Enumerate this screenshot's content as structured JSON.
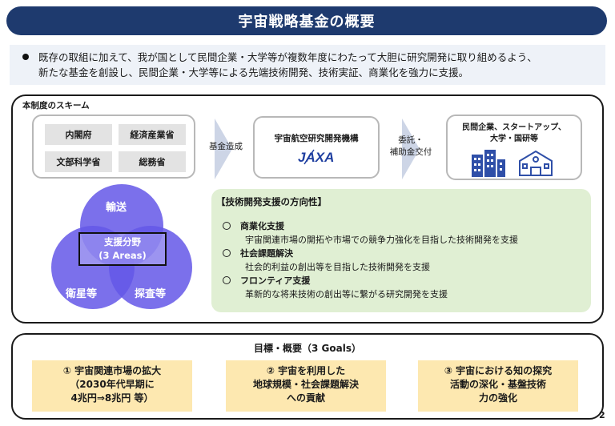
{
  "title": "宇宙戦略基金の概要",
  "intro": {
    "line1": "既存の取組に加えて、我が国として民間企業・大学等が複数年度にわたって大胆に研究開発に取り組めるよう、",
    "line2": "新たな基金を創設し、民間企業・大学等による先端技術開発、技術実証、商業化を強力に支援。"
  },
  "scheme": {
    "label": "本制度のスキーム",
    "ministries": [
      "内閣府",
      "経済産業省",
      "文部科学省",
      "総務省"
    ],
    "arrow1_label": "基金造成",
    "jaxa_name": "宇宙航空研究開発機構",
    "jaxa_logo_text": "JAXA",
    "arrow2_label_line1": "委託・",
    "arrow2_label_line2": "補助金交付",
    "private_line1": "民間企業、スタートアップ、",
    "private_line2": "大学・国研等",
    "icons": [
      "building-icon",
      "school-icon"
    ]
  },
  "venn": {
    "top": "輸送",
    "left": "衛星等",
    "right": "探査等",
    "center_line1": "支援分野",
    "center_line2": "(3 Areas)",
    "color": "#6457e8"
  },
  "direction": {
    "title": "【技術開発支援の方向性】",
    "items": [
      {
        "head": "商業化支援",
        "desc": "宇宙関連市場の開拓や市場での競争力強化を目指した技術開発を支援"
      },
      {
        "head": "社会課題解決",
        "desc": "社会的利益の創出等を目指した技術開発を支援"
      },
      {
        "head": "フロンティア支援",
        "desc": "革新的な将来技術の創出等に繋がる研究開発を支援"
      }
    ]
  },
  "goals": {
    "title": "目標・概要（3 Goals）",
    "items": [
      {
        "line1": "①  宇宙関連市場の拡大",
        "line2": "（2030年代早期に",
        "line3": "4兆円⇒8兆円 等）"
      },
      {
        "line1": "②  宇宙を利用した",
        "line2": "地球規模・社会課題解決",
        "line3": "への貢献"
      },
      {
        "line1": "③  宇宙における知の探究",
        "line2": "活動の深化・基盤技術",
        "line3": "力の強化"
      }
    ]
  },
  "page_number": "2"
}
